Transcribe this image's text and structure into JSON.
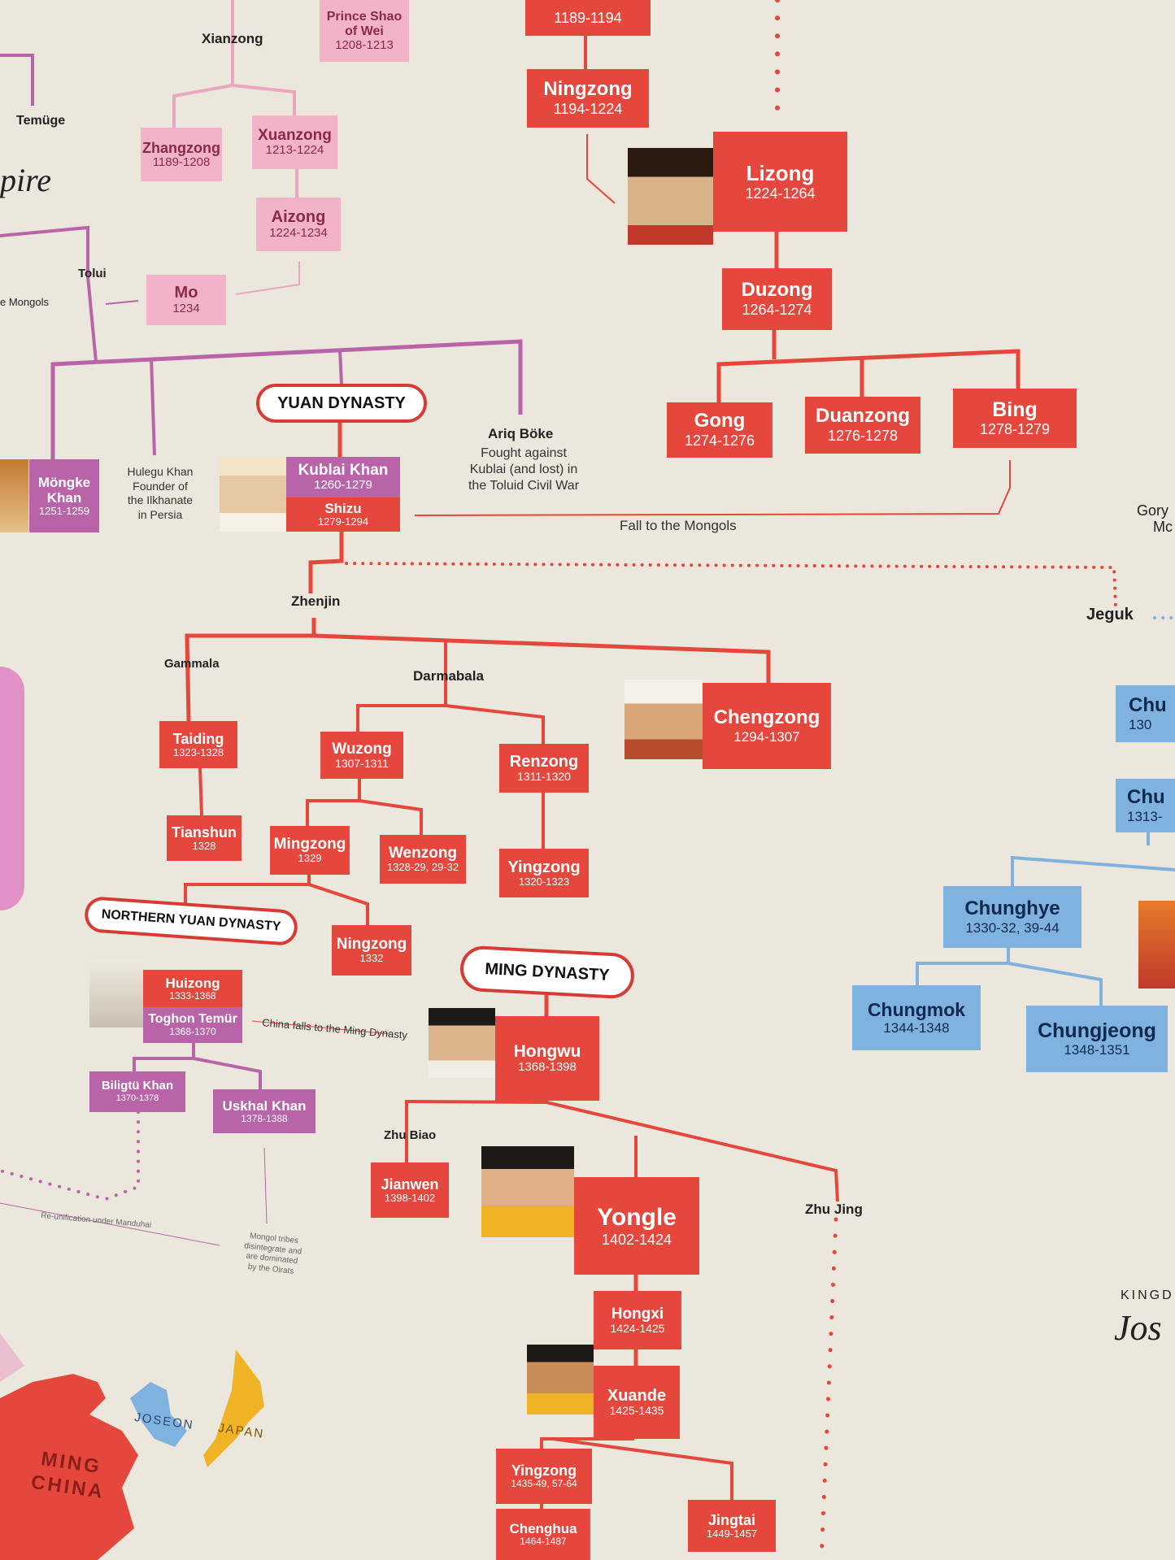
{
  "colors": {
    "song": "#e5473d",
    "jin": "#f2b3c8",
    "mongol": "#b964a8",
    "goryeo": "#7fb2de",
    "line": "#e5473d"
  },
  "dynasty_labels": {
    "yuan": "YUAN DYNASTY",
    "northern_yuan": "NORTHERN YUAN DYNASTY",
    "ming": "MING DYNASTY"
  },
  "labels": {
    "xianzong": "Xianzong",
    "temuge": "Temüge",
    "empire_fragment": "pire",
    "tolui": "Tolui",
    "mongols_fragment": "e Mongols",
    "zhenjin": "Zhenjin",
    "gammala": "Gammala",
    "darmabala": "Darmabala",
    "zhu_biao": "Zhu Biao",
    "zhu_jing": "Zhu Jing",
    "jeguk": "Jeguk",
    "gory_fragment": "Gory",
    "mc_fragment": "Mc",
    "kingd_fragment": "KINGD",
    "jos_fragment": "Jos"
  },
  "notes": {
    "hulegu": "Hulegu Khan\nFounder of\nthe Ilkhanate\nin Persia",
    "ariq_name": "Ariq Böke",
    "ariq": "Fought against\nKublai (and lost) in\nthe Toluid Civil War",
    "fall_mongols": "Fall to the Mongols",
    "ming_fall": "China falls to the Ming Dynasty",
    "reunification": "Re-unification under Manduhai",
    "mongol_tribes": "Mongol tribes\ndisintegrate and\nare dominated\nby the Oirats"
  },
  "map": {
    "ming": "MING\nCHINA",
    "joseon": "JOSEON",
    "japan": "JAPAN"
  },
  "nodes": {
    "guangzong": {
      "name": "",
      "years": "1189-1194"
    },
    "ningzong_song": {
      "name": "Ningzong",
      "years": "1194-1224"
    },
    "lizong": {
      "name": "Lizong",
      "years": "1224-1264"
    },
    "duzong": {
      "name": "Duzong",
      "years": "1264-1274"
    },
    "gong": {
      "name": "Gong",
      "years": "1274-1276"
    },
    "duanzong": {
      "name": "Duanzong",
      "years": "1276-1278"
    },
    "bing": {
      "name": "Bing",
      "years": "1278-1279"
    },
    "prince_shao": {
      "name": "Prince Shao\nof Wei",
      "years": "1208-1213"
    },
    "zhangzong": {
      "name": "Zhangzong",
      "years": "1189-1208"
    },
    "xuanzong": {
      "name": "Xuanzong",
      "years": "1213-1224"
    },
    "aizong": {
      "name": "Aizong",
      "years": "1224-1234"
    },
    "mo": {
      "name": "Mo",
      "years": "1234"
    },
    "mongke": {
      "name": "Möngke\nKhan",
      "years": "1251-1259"
    },
    "kublai": {
      "name": "Kublai Khan",
      "years": "1260-1279"
    },
    "shizu": {
      "name": "Shizu",
      "years": "1279-1294"
    },
    "chengzong": {
      "name": "Chengzong",
      "years": "1294-1307"
    },
    "taiding": {
      "name": "Taiding",
      "years": "1323-1328"
    },
    "tianshun": {
      "name": "Tianshun",
      "years": "1328"
    },
    "wuzong": {
      "name": "Wuzong",
      "years": "1307-1311"
    },
    "renzong": {
      "name": "Renzong",
      "years": "1311-1320"
    },
    "mingzong": {
      "name": "Mingzong",
      "years": "1329"
    },
    "wenzong": {
      "name": "Wenzong",
      "years": "1328-29, 29-32"
    },
    "yingzong_yuan": {
      "name": "Yingzong",
      "years": "1320-1323"
    },
    "ningzong_yuan": {
      "name": "Ningzong",
      "years": "1332"
    },
    "huizong": {
      "name": "Huizong",
      "years": "1333-1368"
    },
    "toghon": {
      "name": "Toghon Temür",
      "years": "1368-1370"
    },
    "biligtu": {
      "name": "Biligtü Khan",
      "years": "1370-1378"
    },
    "uskhal": {
      "name": "Uskhal Khan",
      "years": "1378-1388"
    },
    "hongwu": {
      "name": "Hongwu",
      "years": "1368-1398"
    },
    "jianwen": {
      "name": "Jianwen",
      "years": "1398-1402"
    },
    "yongle": {
      "name": "Yongle",
      "years": "1402-1424"
    },
    "hongxi": {
      "name": "Hongxi",
      "years": "1424-1425"
    },
    "xuande": {
      "name": "Xuande",
      "years": "1425-1435"
    },
    "yingzong_ming": {
      "name": "Yingzong",
      "years": "1435-49, 57-64"
    },
    "jingtai": {
      "name": "Jingtai",
      "years": "1449-1457"
    },
    "chenghua": {
      "name": "Chenghua",
      "years": "1464-1487"
    },
    "chu1": {
      "name": "Chu",
      "years": "130"
    },
    "chu2": {
      "name": "Chu",
      "years": "1313-"
    },
    "chunghye": {
      "name": "Chunghye",
      "years": "1330-32, 39-44"
    },
    "chungmok": {
      "name": "Chungmok",
      "years": "1344-1348"
    },
    "chungjeong": {
      "name": "Chungjeong",
      "years": "1348-1351"
    }
  }
}
